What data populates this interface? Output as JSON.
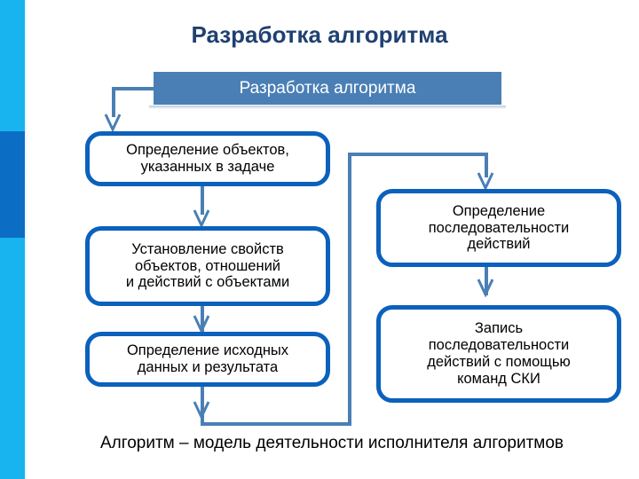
{
  "slide": {
    "title": "Разработка алгоритма",
    "caption": "Алгоритм – модель деятельности исполнителя алгоритмов"
  },
  "header": {
    "label": "Разработка алгоритма"
  },
  "boxes": [
    {
      "id": "objects",
      "text": "Определение объектов,\nуказанных в задаче"
    },
    {
      "id": "props",
      "text": "Установление свойств\nобъектов, отношений\nи действий с объектами"
    },
    {
      "id": "inputdata",
      "text": "Определение исходных\nданных и результата"
    },
    {
      "id": "sequence",
      "text": "Определение\nпоследовательности\nдействий"
    },
    {
      "id": "record",
      "text": "Запись\nпоследовательности\nдействий с помощью\nкоманд СКИ"
    }
  ],
  "colors": {
    "sidebar_light": "#17b4ef",
    "sidebar_dark": "#0b6dc4",
    "title_text": "#1f4171",
    "header_fill": "#4a7fb5",
    "box_border": "#0b61bc",
    "connector": "#4a7fb5",
    "box_fill": "#ffffff",
    "box_text": "#000000"
  },
  "connectors": [
    {
      "name": "header-to-objects",
      "kind": "elbow-left-down"
    },
    {
      "name": "objects-to-props",
      "kind": "down"
    },
    {
      "name": "props-to-inputdata",
      "kind": "down"
    },
    {
      "name": "inputdata-to-loop",
      "kind": "down"
    },
    {
      "name": "loop-to-sequence",
      "kind": "elbow-up-right-down"
    },
    {
      "name": "sequence-to-record",
      "kind": "down"
    }
  ]
}
